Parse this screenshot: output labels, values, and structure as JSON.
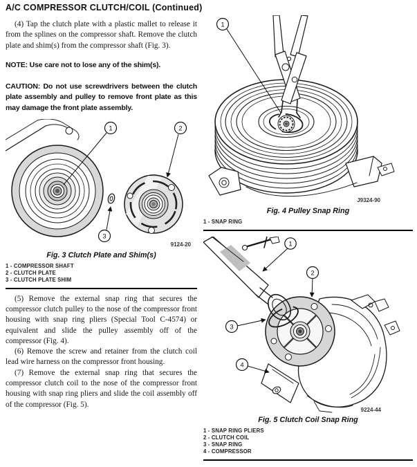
{
  "page": {
    "title": "A/C COMPRESSOR CLUTCH/COIL (Continued)"
  },
  "left": {
    "para4": "(4) Tap the clutch plate with a plastic mallet to release it from the splines on the compressor shaft. Remove the clutch plate and shim(s) from the compressor shaft (Fig. 3).",
    "note": "NOTE: Use care not to lose any of the shim(s).",
    "caution": "CAUTION: Do not use screwdrivers between the clutch plate assembly and pulley to remove front plate as this may damage the front plate assembly.",
    "fig3": {
      "caption": "Fig. 3 Clutch Plate and Shim(s)",
      "image_id": "9124-20",
      "callouts": [
        "1",
        "2",
        "3"
      ],
      "legend": [
        "1 - COMPRESSOR SHAFT",
        "2 - CLUTCH PLATE",
        "3 - CLUTCH PLATE SHIM"
      ]
    },
    "para5": "(5) Remove the external snap ring that secures the compressor clutch pulley to the nose of the compressor front housing with snap ring pliers (Special Tool C-4574) or equivalent and slide the pulley assembly off of the compressor (Fig. 4).",
    "para6": "(6) Remove the screw and retainer from the clutch coil lead wire harness on the compressor front housing.",
    "para7": "(7) Remove the external snap ring that secures the compressor clutch coil to the nose of the compressor front housing with snap ring pliers and slide the coil assembly off of the compressor (Fig. 5)."
  },
  "right": {
    "fig4": {
      "caption": "Fig. 4 Pulley Snap Ring",
      "image_id": "J9324-90",
      "callouts": [
        "1"
      ],
      "legend": [
        "1 - SNAP RING"
      ]
    },
    "fig5": {
      "caption": "Fig. 5 Clutch Coil Snap Ring",
      "image_id": "9224-44",
      "callouts": [
        "1",
        "2",
        "3",
        "4"
      ],
      "legend": [
        "1 - SNAP RING PLIERS",
        "2 - CLUTCH COIL",
        "3 - SNAP RING",
        "4 - COMPRESSOR"
      ]
    }
  }
}
